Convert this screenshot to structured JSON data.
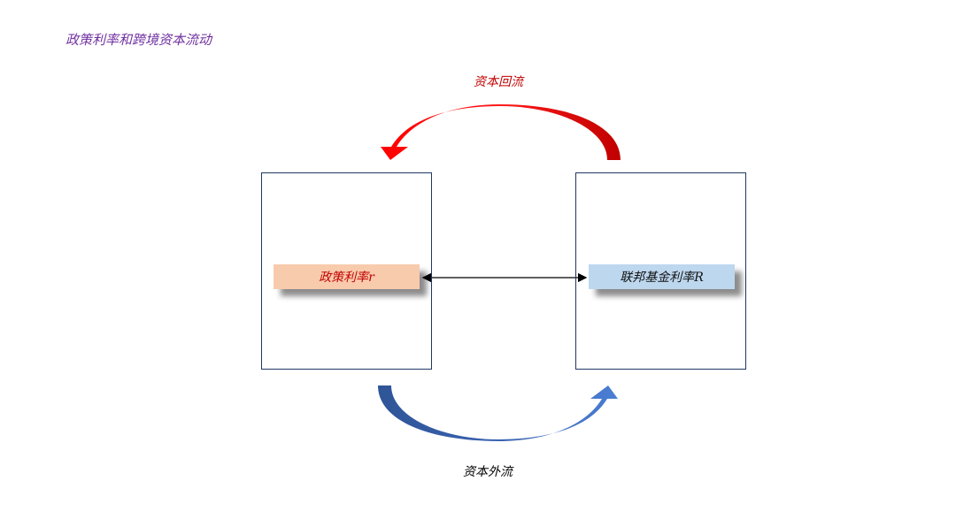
{
  "title": "政策利率和跨境资本流动",
  "left_label": "政策利率r",
  "right_label": "联邦基金利率R",
  "top_caption": "资本回流",
  "bottom_caption": "资本外流",
  "colors": {
    "title": "#7030a0",
    "left_fill": "#f8cbad",
    "right_fill": "#bdd7ee",
    "red": "#ff0000",
    "blue": "#4472c4"
  }
}
